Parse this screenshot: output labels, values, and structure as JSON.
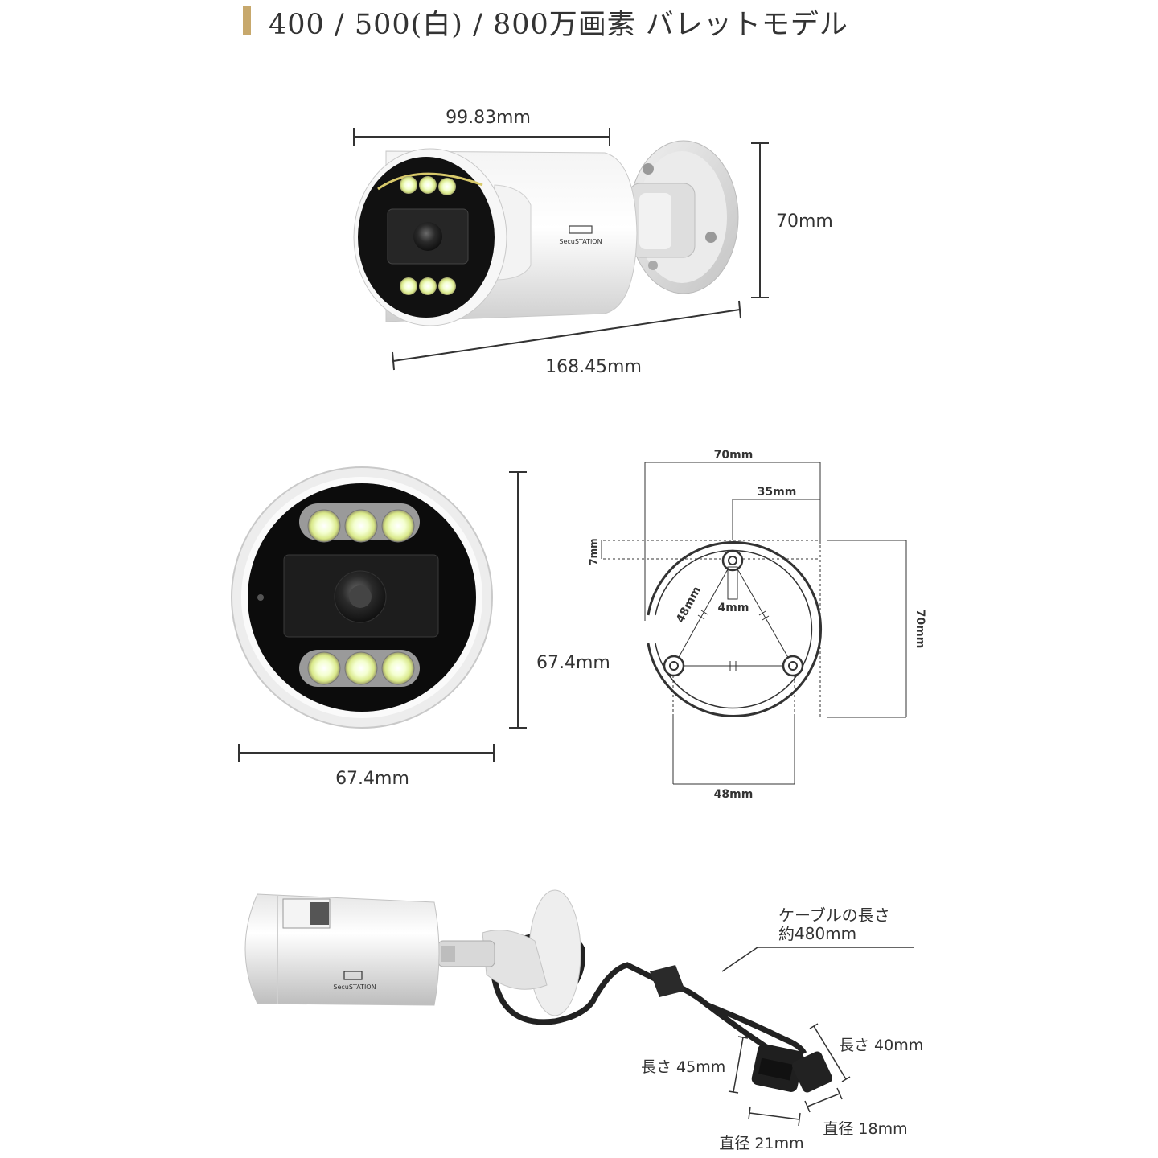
{
  "title": "400 / 500(白) / 800万画素 バレットモデル",
  "top_view": {
    "length_label": "99.83mm",
    "height_label": "70mm",
    "total_length_label": "168.45mm",
    "brand_label": "SecuSTATION"
  },
  "front_view": {
    "height_label": "67.4mm",
    "width_label": "67.4mm"
  },
  "mount_drawing": {
    "top_width_label": "70mm",
    "half_width_label": "35mm",
    "hole_offset_label": "7mm",
    "diameter_label": "48mm",
    "slot_label": "4mm",
    "side_height_label": "70mm",
    "bottom_width_label": "48mm"
  },
  "side_view": {
    "brand_label": "SecuSTATION",
    "cable_length_line1": "ケーブルの長さ",
    "cable_length_line2": "約480mm",
    "connector1_length": "長さ 45mm",
    "connector2_length": "長さ 40mm",
    "connector1_diameter": "直径 21mm",
    "connector2_diameter": "直径 18mm"
  }
}
